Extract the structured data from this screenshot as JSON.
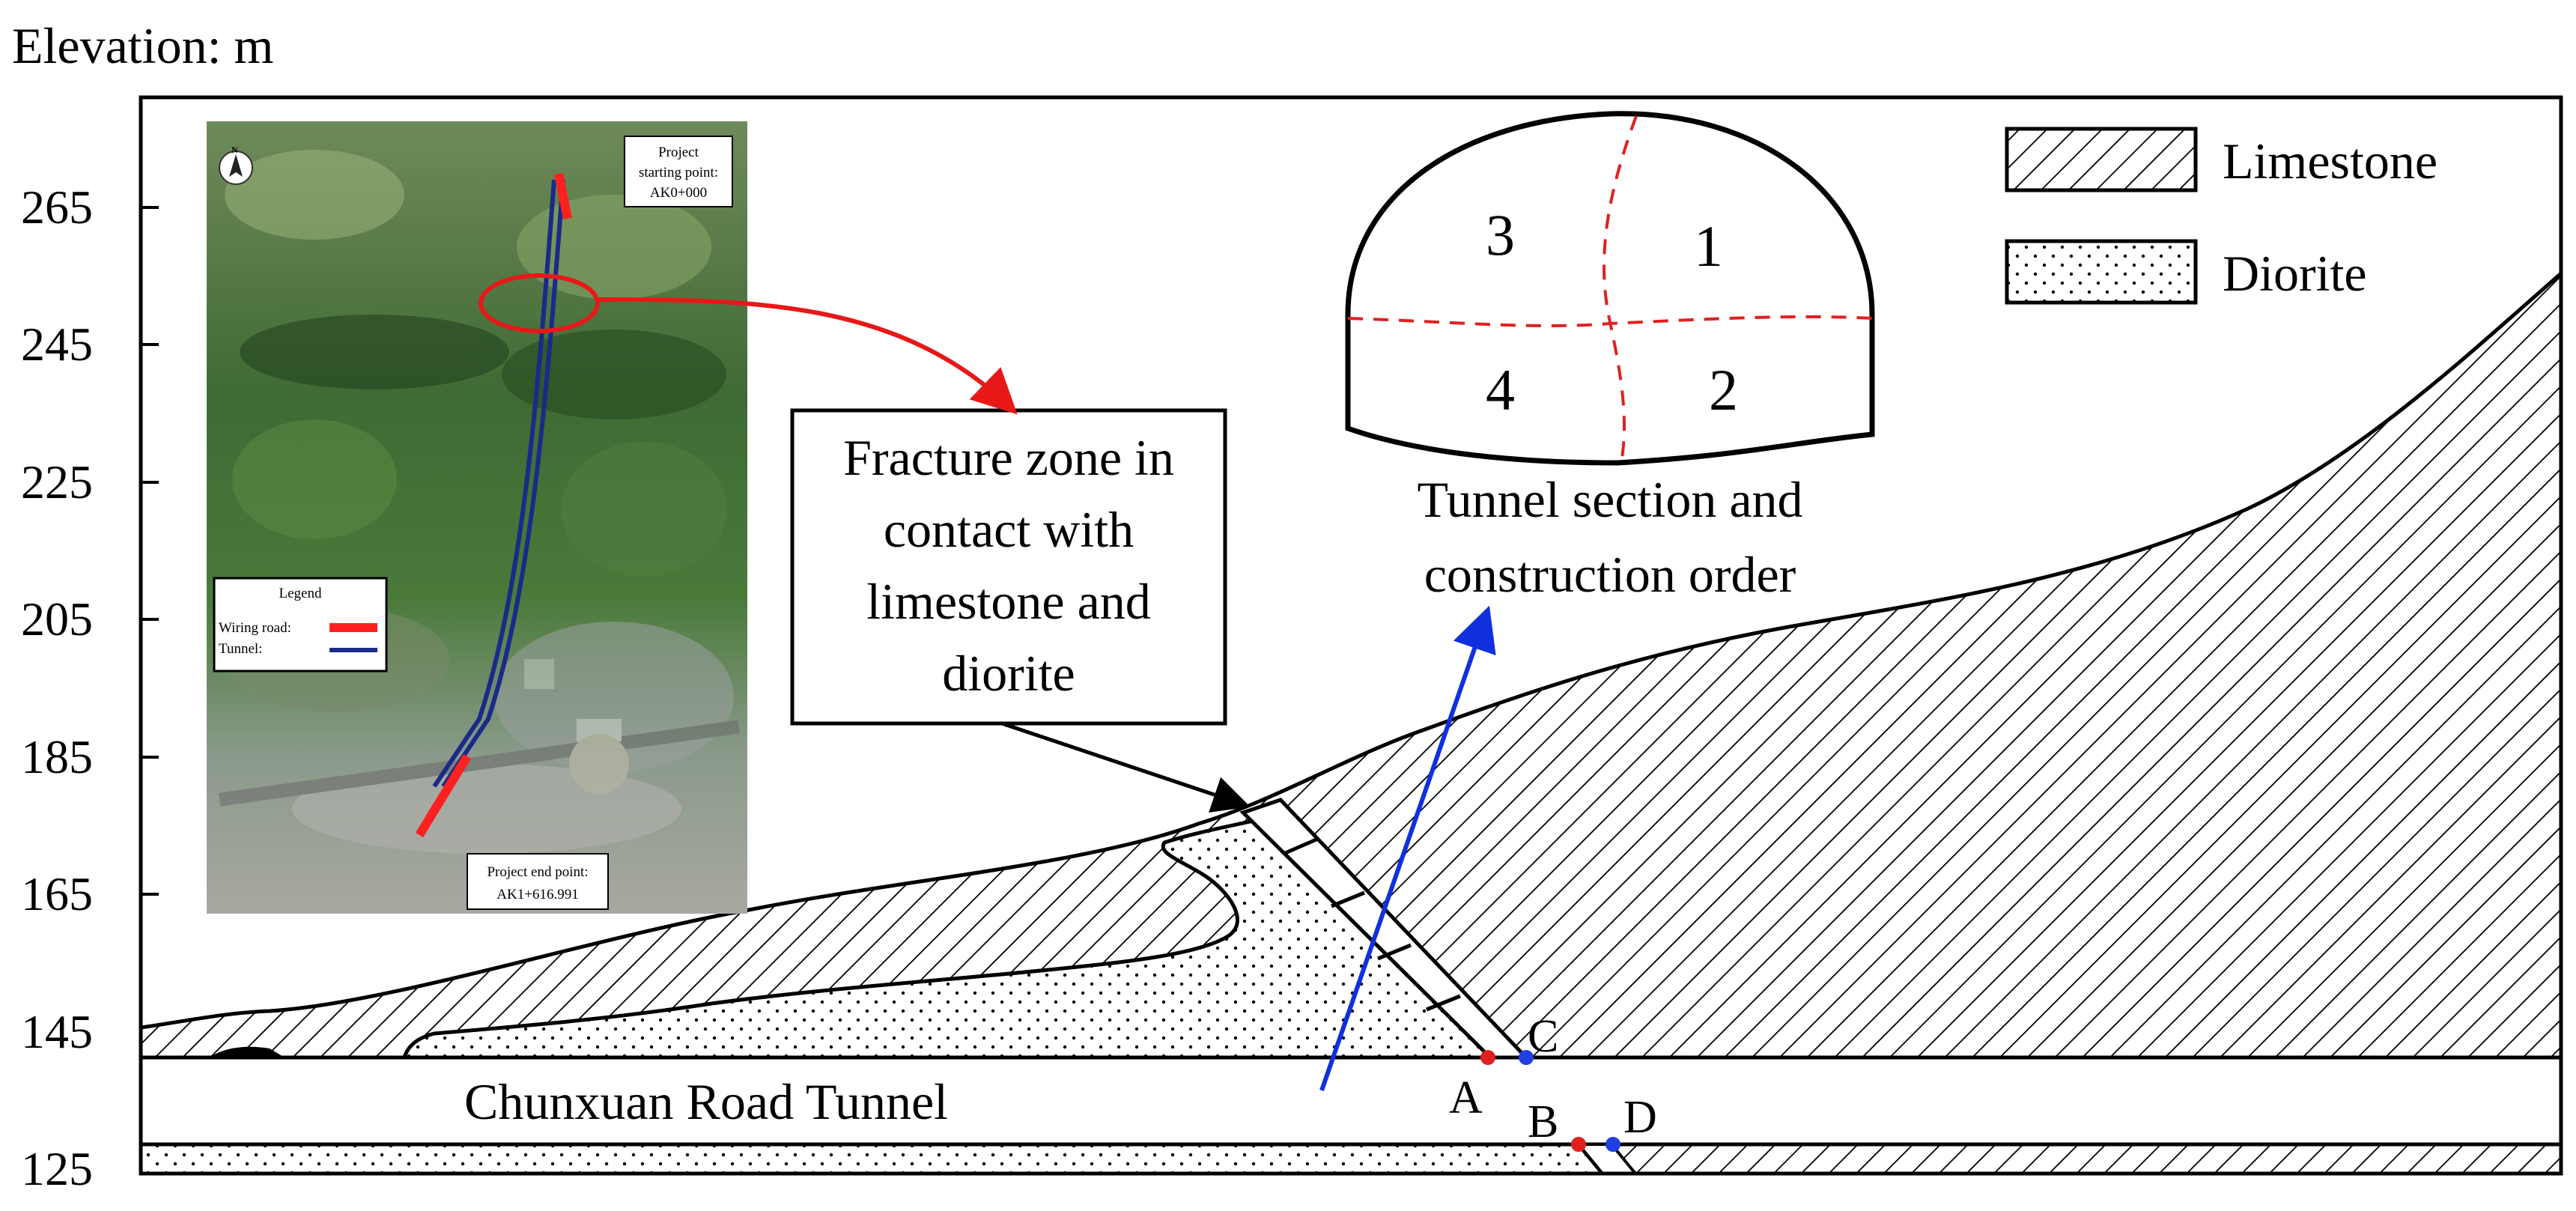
{
  "y_axis": {
    "title": "Elevation: m",
    "ticks": [
      "265",
      "245",
      "225",
      "205",
      "185",
      "165",
      "145",
      "125"
    ]
  },
  "legend": [
    {
      "label": "Limestone",
      "pattern": "diagonal-hatch"
    },
    {
      "label": "Diorite",
      "pattern": "dots"
    }
  ],
  "annotations": {
    "fracture_zone": [
      "Fracture zone in",
      "contact with",
      "limestone and",
      "diorite"
    ],
    "tunnel_section": [
      "Tunnel section and",
      "construction order"
    ],
    "road_tunnel": "Chunxuan Road Tunnel"
  },
  "section_steps": [
    "1",
    "2",
    "3",
    "4"
  ],
  "points": [
    {
      "label": "A",
      "color": "#e02020"
    },
    {
      "label": "B",
      "color": "#e02020"
    },
    {
      "label": "C",
      "color": "#1f3fe0"
    },
    {
      "label": "D",
      "color": "#1f3fe0"
    }
  ],
  "inset_map": {
    "start_label": [
      "Project",
      "starting point:",
      "AK0+000"
    ],
    "end_label": [
      "Project end point:",
      "AK1+616.991"
    ],
    "legend_title": "Legend",
    "legend_items": [
      {
        "label": "Wiring road:",
        "color": "#ff2020"
      },
      {
        "label": "Tunnel:",
        "color": "#1a2a8a"
      }
    ],
    "north_label": "N"
  },
  "colors": {
    "arrow_red": "#e81818",
    "arrow_blue": "#1030e0",
    "section_dash": "#e02020"
  }
}
